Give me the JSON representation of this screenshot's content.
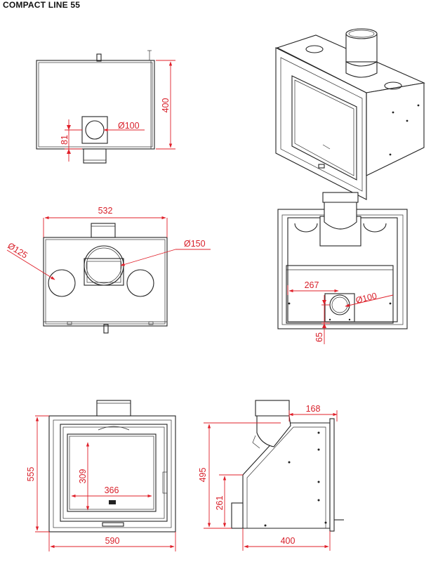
{
  "title": "COMPACT LINE 55",
  "colors": {
    "dimension": "#e0202a",
    "drawing": "#222222"
  },
  "views": {
    "top_view": {
      "dims": {
        "depth": "400",
        "flue_offset": "81",
        "flue_diameter": "Ø100"
      }
    },
    "front_section_view": {
      "dims": {
        "width": "532",
        "outlet_diameter": "Ø150",
        "side_diameter": "Ø125"
      }
    },
    "rear_view": {
      "dims": {
        "inlet_offset_x": "267",
        "inlet_diameter": "Ø100",
        "inlet_offset_y": "65"
      }
    },
    "front_view": {
      "dims": {
        "height": "555",
        "glass_height": "309",
        "glass_width": "366",
        "width": "590"
      }
    },
    "side_view": {
      "dims": {
        "top_depth": "168",
        "height": "495",
        "lower_height": "261",
        "depth": "400"
      }
    }
  }
}
